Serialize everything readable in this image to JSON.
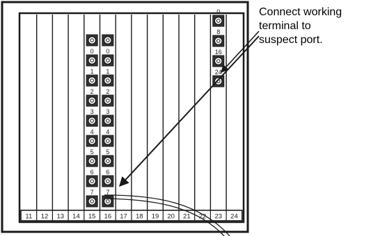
{
  "caption": {
    "lines": [
      "Connect working",
      "terminal to",
      "suspect port."
    ]
  },
  "slots": {
    "numbers": [
      "11",
      "12",
      "13",
      "14",
      "15",
      "16",
      "17",
      "18",
      "19",
      "20",
      "21",
      "22",
      "23",
      "24"
    ]
  },
  "port_columns": [
    {
      "slot": "15",
      "labels": [
        "",
        "0",
        "1",
        "2",
        "3",
        "4",
        "5",
        "6",
        "7"
      ]
    },
    {
      "slot": "16",
      "labels": [
        "",
        "0",
        "1",
        "2",
        "3",
        "4",
        "5",
        "6",
        "7"
      ]
    },
    {
      "slot": "23",
      "labels": [
        "0",
        "8",
        "16",
        "24"
      ]
    }
  ],
  "colors": {
    "line": "#1a1a1a",
    "background": "#ffffff",
    "connector": "#333333"
  }
}
